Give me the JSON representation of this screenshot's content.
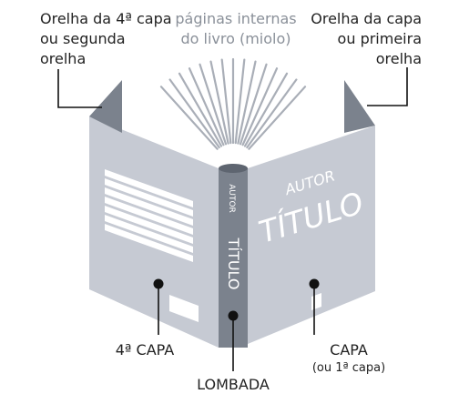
{
  "labels": {
    "back_flap": [
      "Orelha da 4ª capa",
      "ou segunda",
      "orelha"
    ],
    "pages": [
      "páginas internas",
      "do livro (miolo)"
    ],
    "front_flap": [
      "Orelha da capa",
      "ou primeira",
      "orelha"
    ],
    "back_cover": "4ª CAPA",
    "spine": "LOMBADA",
    "front_cover": "CAPA",
    "front_cover_note": "(ou 1ª capa)"
  },
  "book": {
    "spine_author": "AUTOR",
    "spine_title": "TÍTULO",
    "cover_author": "AUTOR",
    "cover_title": "TÍTULO"
  },
  "colors": {
    "cover": "#c6cad3",
    "cover_dark": "#b8bdc7",
    "flap": "#7b828d",
    "spine": "#7b828d",
    "pages": "#a9aeb7",
    "line": "#111111",
    "cover_text": "#ffffff"
  }
}
